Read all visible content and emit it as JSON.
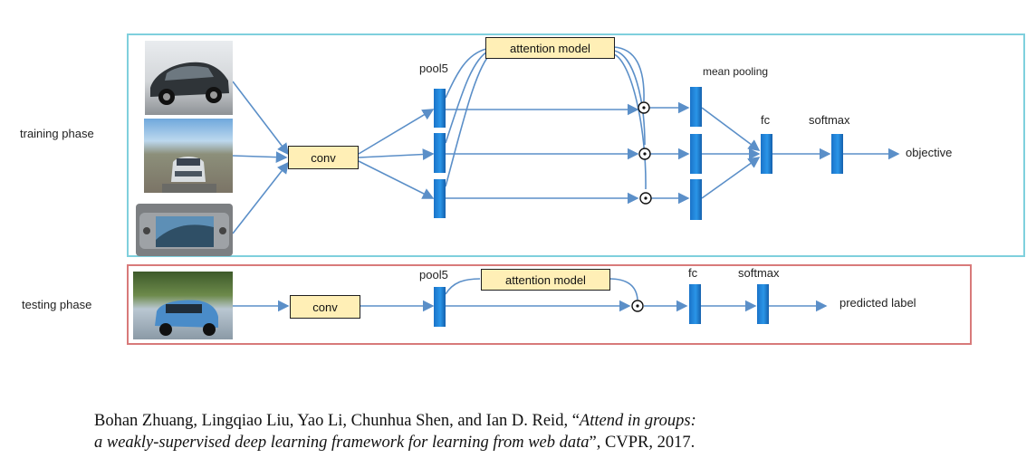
{
  "training": {
    "phase_label": "training phase",
    "conv": "conv",
    "pool5": "pool5",
    "attention": "attention model",
    "mean_pooling": "mean pooling",
    "fc": "fc",
    "softmax": "softmax",
    "objective": "objective",
    "frame_color": "#7fd0dd"
  },
  "testing": {
    "phase_label": "testing phase",
    "conv": "conv",
    "pool5": "pool5",
    "attention": "attention model",
    "fc": "fc",
    "softmax": "softmax",
    "predicted": "predicted label",
    "frame_color": "#d87a7a"
  },
  "citation": {
    "authors": "Bohan Zhuang, Lingqiao Liu, Yao Li, Chunhua Shen, and Ian D. Reid, “",
    "title_line1": "Attend in groups:",
    "title_line2": "a weakly-supervised deep learning framework for learning from web data",
    "venue": "”, CVPR, 2017."
  },
  "colors": {
    "arrow": "#5b8fc8",
    "block": "#1f7fd6",
    "box_fill": "#ffefb6"
  }
}
